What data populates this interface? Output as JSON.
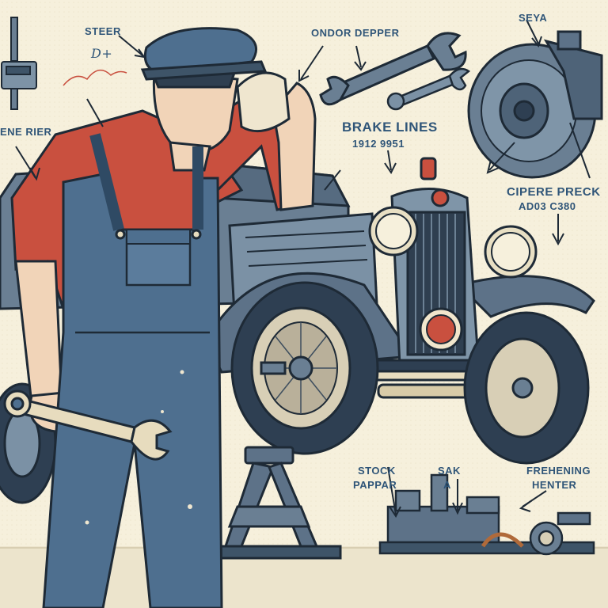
{
  "labels": {
    "steer": "STEER",
    "steer_note": "D+",
    "engine_rier": "ENE RIER",
    "ondor_depper": "ONDOR DEPPER",
    "seya": "SEYA",
    "brake_lines": "BRAKE LINES",
    "brake_lines_code": "1912 9951",
    "cipere_preck": "CIPERE PRECK",
    "cipere_code": "AD03 C380",
    "stock_pappar": "STOCK",
    "stock_pappar_2": "PAPPAR",
    "sak": "SAK",
    "sak_sub": "A",
    "frehening": "FREHENING",
    "frehening_2": "HENTER"
  },
  "colors": {
    "background": "#f6f0dc",
    "overalls": "#4e6f8f",
    "shirt": "#c9503f",
    "car_body": "#6a7f93",
    "tire": "#2e3f52",
    "label_ink": "#2f5578",
    "outline": "#1e2a36"
  },
  "icons": [
    "wrench-icon",
    "brake-disc-icon",
    "arrow-icon",
    "car-jack-icon"
  ]
}
